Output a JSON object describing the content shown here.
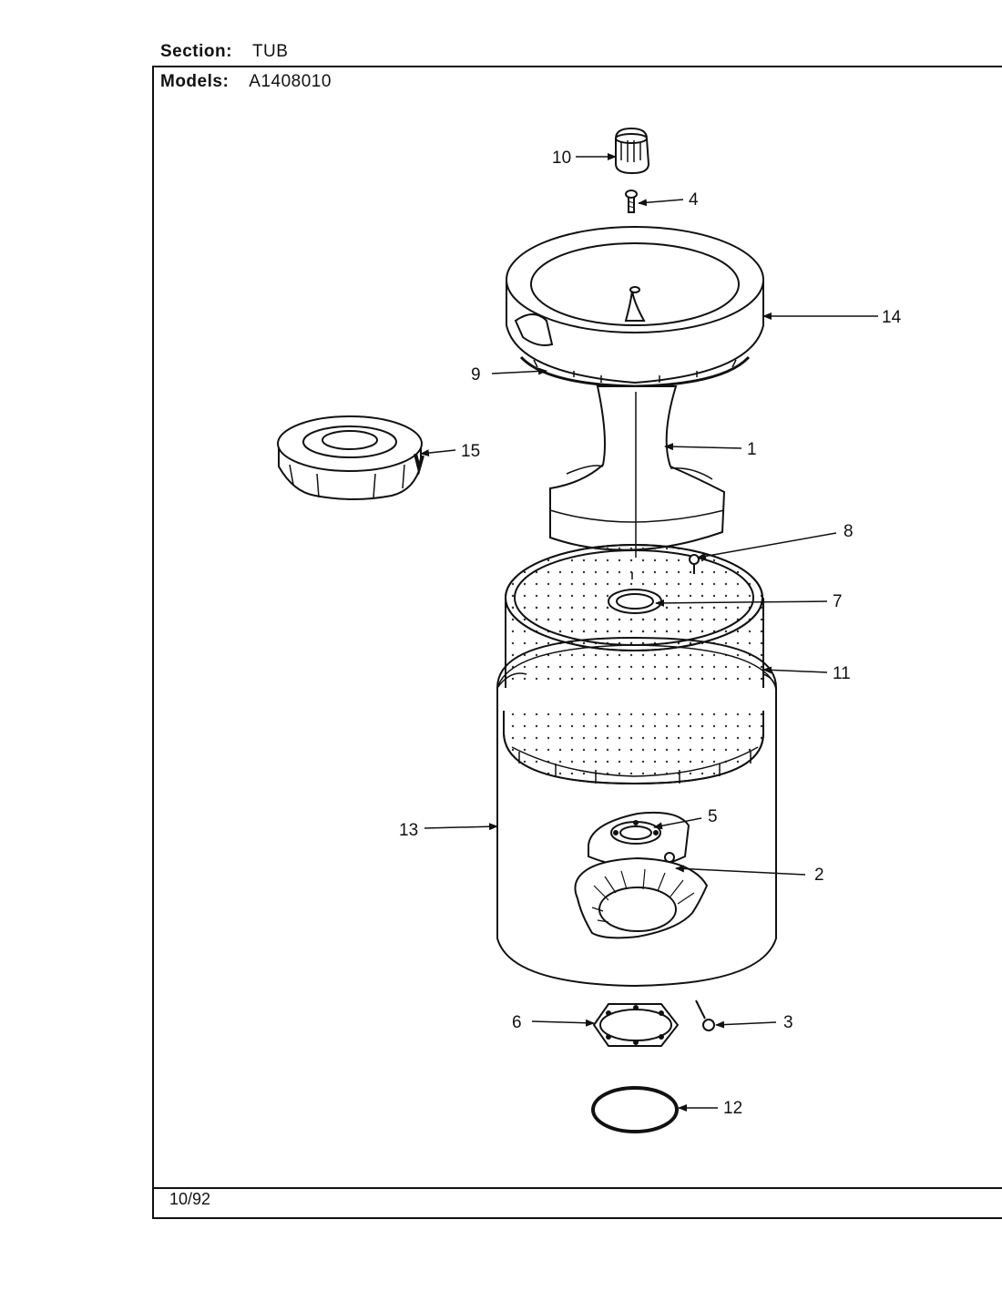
{
  "header": {
    "section_label": "Section:",
    "section_value": "TUB",
    "models_label": "Models:",
    "models_value": "A1408010"
  },
  "footer": {
    "date": "10/92"
  },
  "callouts": {
    "c1": "1",
    "c2": "2",
    "c3": "3",
    "c4": "4",
    "c5": "5",
    "c6": "6",
    "c7": "7",
    "c8": "8",
    "c9": "9",
    "c10": "10",
    "c11": "11",
    "c12": "12",
    "c13": "13",
    "c14": "14",
    "c15": "15"
  }
}
